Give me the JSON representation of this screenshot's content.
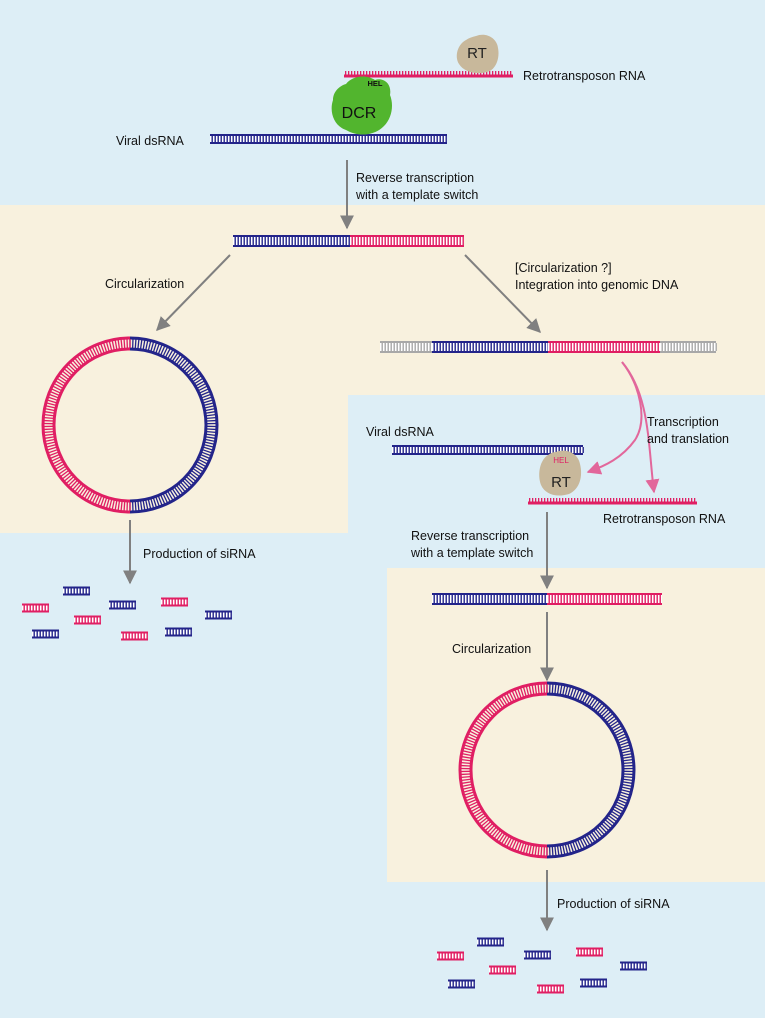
{
  "colors": {
    "blue_panel": "#ddeef6",
    "cream_panel": "#f8f1de",
    "viral_strand": "#23248a",
    "retro_strand": "#e01e63",
    "genomic_strand": "#a8a8a8",
    "arrow_gray": "#808080",
    "arrow_pink": "#e2679b",
    "dcr_green": "#52b52e",
    "rt_tan": "#c8b89b"
  },
  "icons": {
    "dcr": "dicer-protein-blob",
    "rt": "reverse-transcriptase-blob",
    "circle": "circular-dsDNA"
  },
  "proteins": {
    "rt_top": "RT",
    "hel_top": "HEL",
    "dcr": "DCR",
    "rt_bottom": "RT",
    "hel_bottom": "HEL"
  },
  "labels": {
    "retro_rna_top": "Retrotransposon RNA",
    "viral_dsrna_top": "Viral dsRNA",
    "rt_switch_1a": "Reverse transcription",
    "rt_switch_1b": "with a template switch",
    "circularization_left": "Circularization",
    "integration_a": "[Circularization ?]",
    "integration_b": "Integration into genomic DNA",
    "production_left": "Production of siRNA",
    "transcription_a": "Transcription",
    "transcription_b": "and translation",
    "viral_dsrna_mid": "Viral dsRNA",
    "retro_rna_mid": "Retrotransposon RNA",
    "rt_switch_2a": "Reverse transcription",
    "rt_switch_2b": "with a template switch",
    "circularization_right": "Circularization",
    "production_right": "Production of siRNA"
  }
}
